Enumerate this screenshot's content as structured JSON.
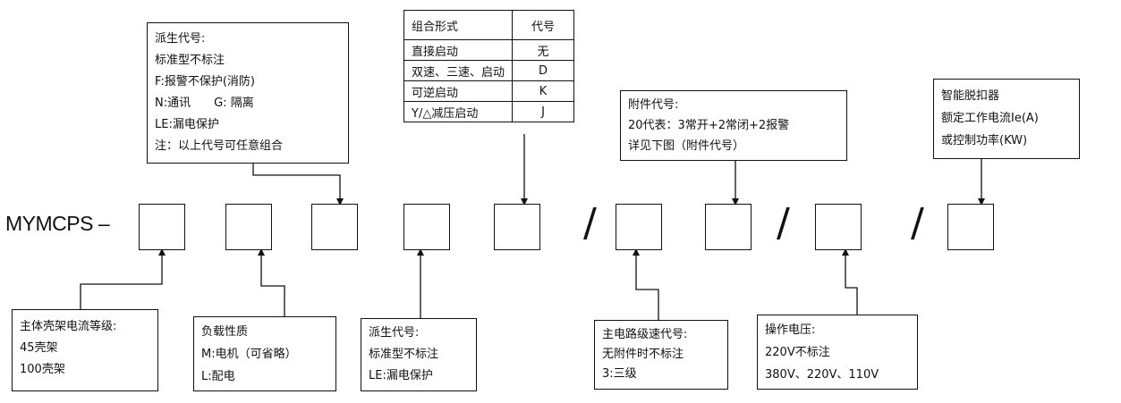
{
  "model": "MYMCPS –",
  "top_left_box": {
    "lines": [
      "派生代号:",
      "标准型不标注",
      "F:报警不保护(消防)",
      "N:通讯　　G: 隔离",
      "LE:漏电保护",
      "注：以上代号可任意组合"
    ]
  },
  "combination_table": {
    "header": [
      "组合形式",
      "代号"
    ],
    "rows": [
      [
        "直接启动",
        "无"
      ],
      [
        "双速、三速、启动",
        "D"
      ],
      [
        "可逆启动",
        "K"
      ],
      [
        "Y/△减压启动",
        "J"
      ]
    ]
  },
  "accessory_box": {
    "lines": [
      "附件代号:",
      "20代表：3常开+2常闭+2报警",
      "详见下图（附件代号）"
    ]
  },
  "trip_box": {
    "lines": [
      "智能脱扣器",
      "额定工作电流Ie(A)",
      "或控制功率(KW)"
    ]
  },
  "bottom_boxes": [
    {
      "lines": [
        "主体壳架电流等级:",
        "45壳架",
        "100壳架"
      ]
    },
    {
      "lines": [
        "负载性质",
        "M:电机（可省略）",
        "L:配电"
      ]
    },
    {
      "lines": [
        "派生代号:",
        "标准型不标注",
        "LE:漏电保护"
      ]
    },
    {
      "lines": [
        "主电路级速代号:",
        "无附件时不标注",
        "3:三级"
      ]
    },
    {
      "lines": [
        "操作电压:",
        "220V不标注",
        "380V、220V、110V"
      ]
    }
  ],
  "separators": [
    "/",
    "/",
    "/"
  ]
}
